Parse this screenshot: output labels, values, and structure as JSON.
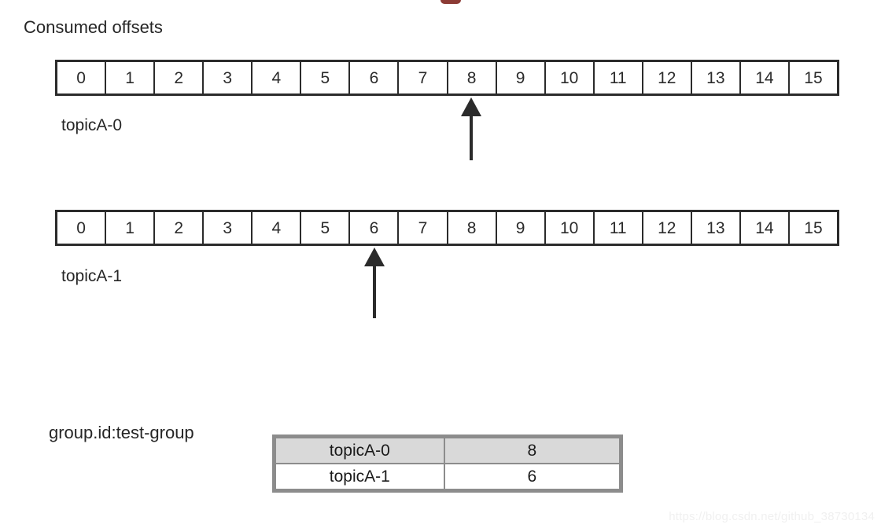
{
  "colors": {
    "stroke": "#2b2b2b",
    "table_border": "#8c8c8c",
    "row_shaded": "#d9d9d9",
    "background": "#ffffff",
    "watermark": "#f0f0f0",
    "title_remnant": "#8c3b35"
  },
  "headings": {
    "consumed_offsets": "Consumed offsets",
    "group_id": "group.id:test-group"
  },
  "partitions": [
    {
      "name": "topicA-0",
      "offsets": [
        "0",
        "1",
        "2",
        "3",
        "4",
        "5",
        "6",
        "7",
        "8",
        "9",
        "10",
        "11",
        "12",
        "13",
        "14",
        "15"
      ],
      "pointer_index": 8,
      "pointer_value": "8"
    },
    {
      "name": "topicA-1",
      "offsets": [
        "0",
        "1",
        "2",
        "3",
        "4",
        "5",
        "6",
        "7",
        "8",
        "9",
        "10",
        "11",
        "12",
        "13",
        "14",
        "15"
      ],
      "pointer_index": 6,
      "pointer_value": "6"
    }
  ],
  "offsets_table": {
    "rows": [
      {
        "topic": "topicA-0",
        "offset": "8",
        "shaded": true
      },
      {
        "topic": "topicA-1",
        "offset": "6",
        "shaded": false
      }
    ]
  },
  "watermark": {
    "text": "https://blog.csdn.net/github_38730134"
  }
}
